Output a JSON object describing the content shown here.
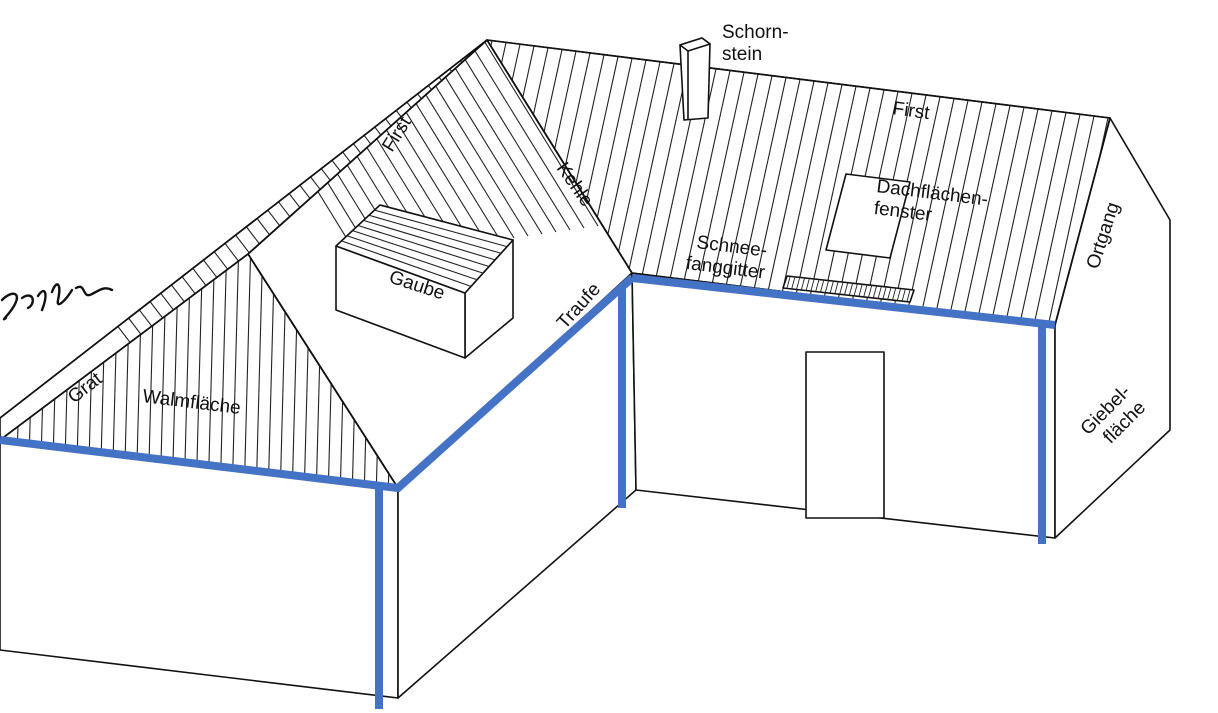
{
  "labels": {
    "schornstein": [
      "Schorn-",
      "stein"
    ],
    "first_main": "First",
    "first_hip": "First",
    "kehle": "Kehle",
    "dachflaechenfenster": [
      "Dachflächen-",
      "fenster"
    ],
    "schneefanggitter": [
      "Schnee-",
      "fanggitter"
    ],
    "ortgang": "Ortgang",
    "gaube": "Gaube",
    "traufe": "Traufe",
    "grat": "Grat",
    "walmflaeche": "Walmfläche",
    "giebelflaeche": [
      "Giebel-",
      "fläche"
    ]
  },
  "colors": {
    "gutter": "#4472c4",
    "lines": "#111111",
    "background": "#ffffff"
  }
}
